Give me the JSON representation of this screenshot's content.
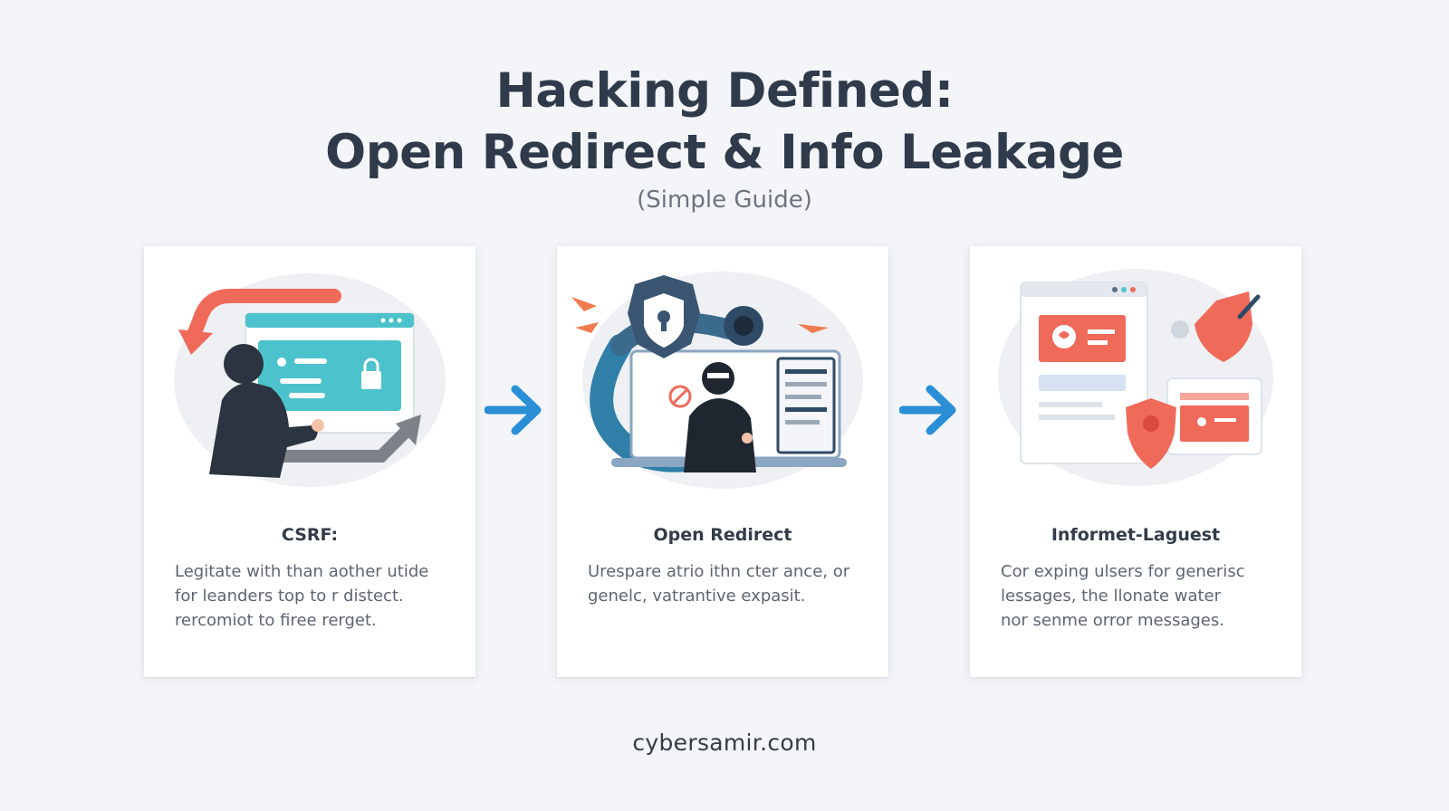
{
  "header": {
    "title_line1": "Hacking Defined:",
    "title_line2": "Open Redirect & Info Leakage",
    "subtitle": "(Simple Guide)"
  },
  "cards": [
    {
      "title": "CSRF:",
      "body": [
        "Legitate with than aother utide",
        "for leanders top to r distect.",
        "rercomiot to firee rerget."
      ]
    },
    {
      "title": "Open Redirect",
      "body": [
        "Urespare atrio ithn cter ance, or",
        "genelc, vatrantive expasit."
      ]
    },
    {
      "title": "Informet-Laguest",
      "body": [
        "Cor exping ulsers for generisc",
        "lessages, the llonate water",
        "nor senme orror messages."
      ]
    }
  ],
  "footer": {
    "site": "cybersamir.com"
  },
  "colors": {
    "background": "#f3f5f8",
    "accent_blue": "#2a8fd6",
    "coral": "#f06a5a",
    "teal": "#4cc3cc",
    "navy": "#2f4a66"
  },
  "icons": [
    "redirect-arrow-icon",
    "shield-lock-icon",
    "hacker-icon",
    "shield-icon",
    "browser-window-icon"
  ]
}
